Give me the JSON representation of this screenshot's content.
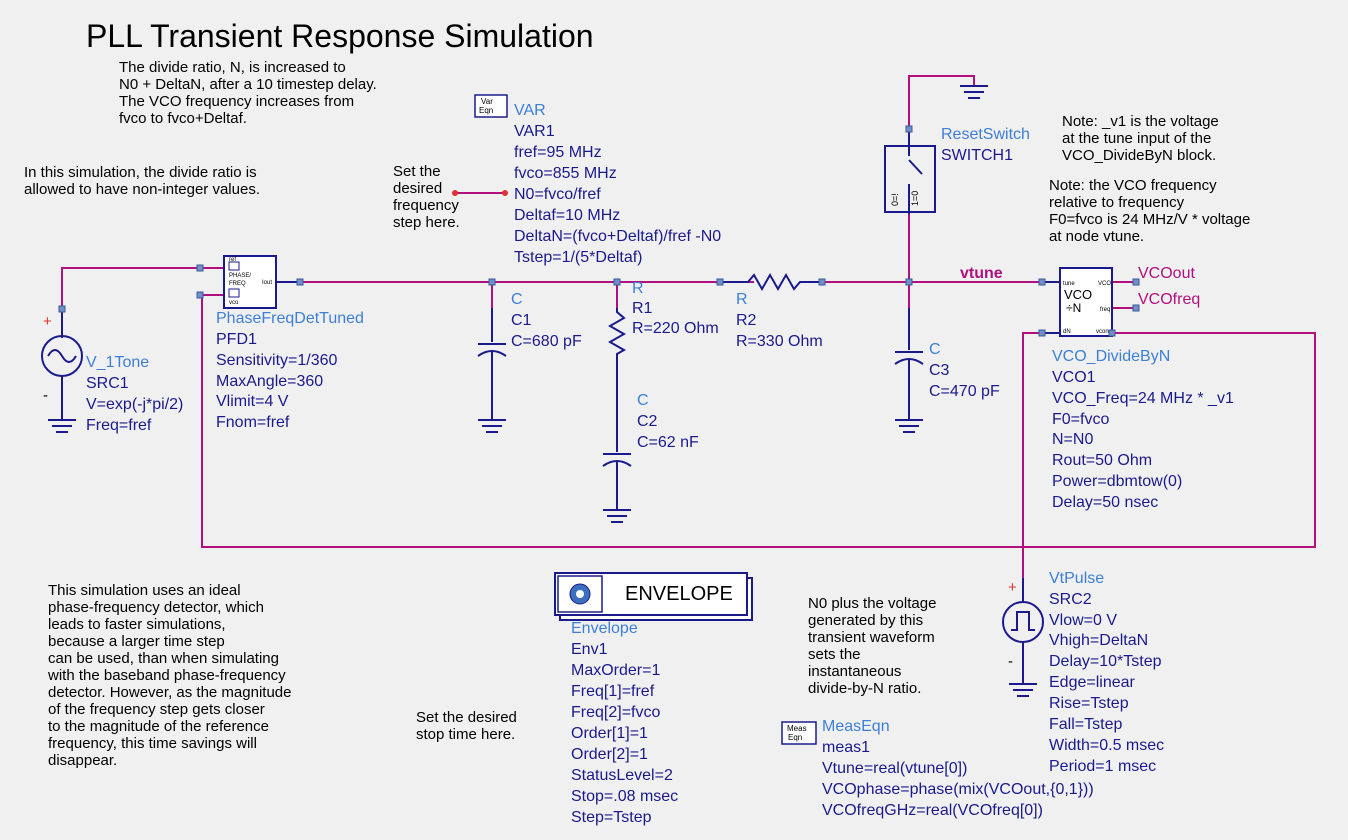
{
  "title": "PLL Transient Response Simulation",
  "notes": {
    "divide_ratio": [
      "The divide ratio, N, is increased to",
      "N0 + DeltaN, after a 10 timestep delay.",
      "The VCO frequency increases from",
      "fvco to fvco+Deltaf."
    ],
    "noninteger": [
      "In this simulation, the divide ratio is",
      "allowed to have non-integer values."
    ],
    "set_step": [
      "Set the",
      "desired",
      "frequency",
      "step here."
    ],
    "v1_note": [
      "Note: _v1 is the voltage",
      "at the tune input of the",
      "VCO_DivideByN block."
    ],
    "vco_note": [
      "Note: the VCO frequency",
      "relative to frequency",
      "F0=fvco is 24 MHz/V * voltage",
      "at node vtune."
    ],
    "ideal_pfd": [
      "This simulation uses an ideal",
      "phase-frequency detector, which",
      "leads to faster simulations,",
      "because a larger time step",
      "can be used, than when simulating",
      "with the baseband phase-frequency",
      "detector.  However, as the magnitude",
      "of the frequency step gets closer",
      "to the magnitude of the reference",
      "frequency, this time savings will",
      "disappear."
    ],
    "stop_time": [
      "Set the desired",
      "stop time here."
    ],
    "n0_note": [
      "N0 plus the voltage",
      "generated by this",
      "transient waveform",
      "sets the",
      "instantaneous",
      "divide-by-N ratio."
    ]
  },
  "components": {
    "var": {
      "icon": [
        "Var",
        "Eqn"
      ],
      "type": "VAR",
      "lines": [
        "VAR1",
        "fref=95 MHz",
        "fvco=855 MHz",
        "N0=fvco/fref",
        "Deltaf=10 MHz",
        "DeltaN=(fvco+Deltaf)/fref -N0",
        "Tstep=1/(5*Deltaf)"
      ]
    },
    "src1": {
      "type": "V_1Tone",
      "lines": [
        "SRC1",
        "V=exp(-j*pi/2)",
        "Freq=fref"
      ],
      "plus": "+",
      "minus": "-"
    },
    "pfd": {
      "type": "PhaseFreqDetTuned",
      "lines": [
        "PFD1",
        "Sensitivity=1/360",
        "MaxAngle=360",
        "Vlimit=4 V",
        "Fnom=fref"
      ],
      "box": [
        "PHASE/",
        "FREQ"
      ],
      "pins": [
        "ref",
        "vco",
        "Iout"
      ]
    },
    "c1": {
      "type": "C",
      "lines": [
        "C1",
        "C=680 pF"
      ]
    },
    "r1": {
      "type": "R",
      "lines": [
        "R1",
        "R=220 Ohm"
      ]
    },
    "c2": {
      "type": "C",
      "lines": [
        "C2",
        "C=62 nF"
      ]
    },
    "r2": {
      "type": "R",
      "lines": [
        "R2",
        "R=330 Ohm"
      ]
    },
    "c3": {
      "type": "C",
      "lines": [
        "C3",
        "C=470 pF"
      ]
    },
    "sw": {
      "type": "ResetSwitch",
      "lines": [
        "SWITCH1"
      ],
      "icon": [
        "0=!",
        "1=0"
      ]
    },
    "vco": {
      "type": "VCO_DivideByN",
      "lines": [
        "VCO1",
        "VCO_Freq=24 MHz * _v1",
        "F0=fvco",
        "N=N0",
        "Rout=50 Ohm",
        "Power=dbmtow(0)",
        "Delay=50 nsec"
      ],
      "box": [
        "VCO",
        "÷N"
      ],
      "pins": [
        "tune",
        "VCO",
        "freq",
        "dN",
        "vcon"
      ]
    },
    "src2": {
      "type": "VtPulse",
      "lines": [
        "SRC2",
        "Vlow=0 V",
        "Vhigh=DeltaN",
        "Delay=10*Tstep",
        "Edge=linear",
        "Rise=Tstep",
        "Fall=Tstep",
        "Width=0.5 msec",
        "Period=1 msec"
      ],
      "plus": "+",
      "minus": "-"
    },
    "env": {
      "label": "ENVELOPE",
      "type": "Envelope",
      "lines": [
        "Env1",
        "MaxOrder=1",
        "Freq[1]=fref",
        "Freq[2]=fvco",
        "Order[1]=1",
        "Order[2]=1",
        "StatusLevel=2",
        "Stop=.08 msec",
        "Step=Tstep"
      ]
    },
    "meas": {
      "icon": [
        "Meas",
        "Eqn"
      ],
      "type": "MeasEqn",
      "lines": [
        "meas1",
        "Vtune=real(vtune[0])",
        "VCOphase=phase(mix(VCOout,{0,1}))",
        "VCOfreqGHz=real(VCOfreq[0])"
      ]
    }
  },
  "nets": {
    "vtune": "vtune",
    "vcoout": "VCOout",
    "vcofreq": "VCOfreq"
  },
  "colors": {
    "wire": "#b0107d",
    "symbol": "#1a1a8c",
    "component_name": "#3d7fd6",
    "background": "#f0f0f0"
  }
}
